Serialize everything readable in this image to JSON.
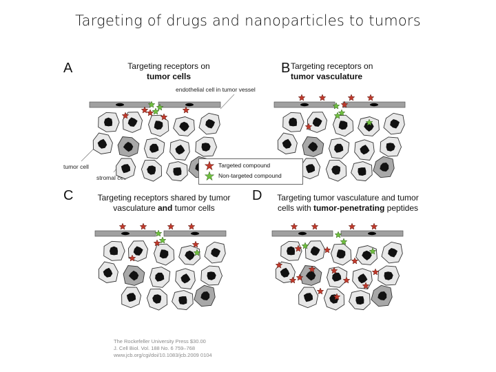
{
  "title": "Targeting of drugs and nanoparticles to tumors",
  "panels": [
    {
      "letter": "A",
      "heading_line1": "Targeting receptors on",
      "heading_bold": "tumor cells"
    },
    {
      "letter": "B",
      "heading_line1": "Targeting receptors on",
      "heading_bold": "tumor vasculature"
    },
    {
      "letter": "C",
      "heading_line1": "Targeting receptors shared by tumor",
      "heading_line2_pre": "vasculature ",
      "heading_bold": "and",
      "heading_line2_post": " tumor cells"
    },
    {
      "letter": "D",
      "heading_line1": "Targeting tumor vasculature and tumor",
      "heading_line2_pre": "cells with ",
      "heading_bold": "tumor-penetrating",
      "heading_line2_post": " peptides"
    }
  ],
  "annotations": {
    "endothelial": "endothelial cell in tumor vessel",
    "tumor_cell": "tumor cell",
    "stromal_cell": "stromal cell"
  },
  "legend": {
    "targeted": "Targeted compound",
    "non_targeted": "Non-targeted compound"
  },
  "colors": {
    "targeted": "#c0392b",
    "non_targeted": "#6fbf3f",
    "cell_fill": "#e8e8e8",
    "stromal_fill": "#a8a8a8",
    "vessel_fill": "#a0a0a0"
  },
  "citation": {
    "line1": "The Rockefeller University Press   $30.00",
    "line2": "J. Cell Biol. Vol. 188 No. 6   759–768",
    "line3": "www.jcb.org/cgi/doi/10.1083/jcb.2009 0104"
  }
}
